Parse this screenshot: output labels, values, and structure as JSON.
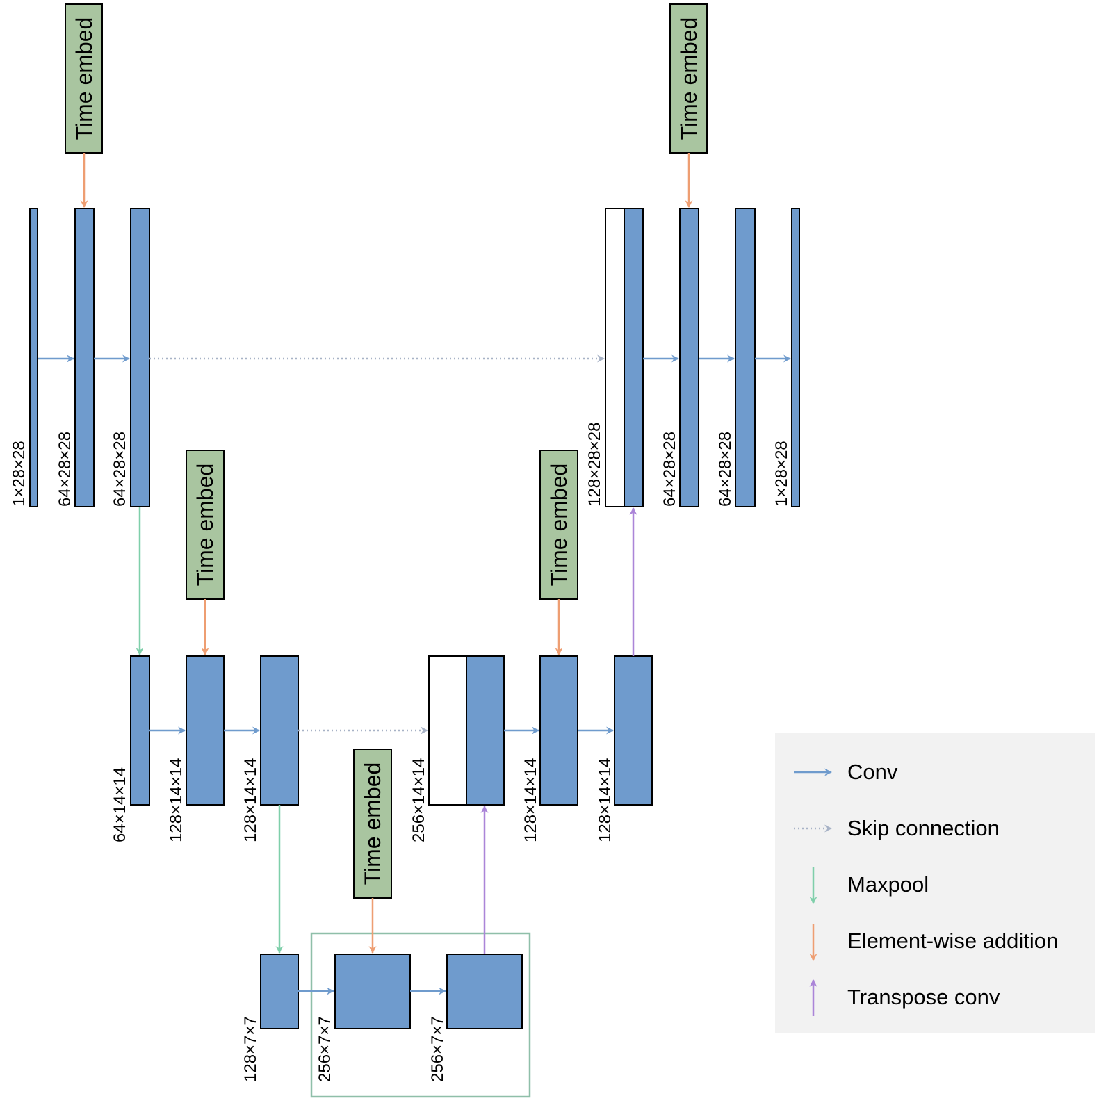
{
  "colors": {
    "block": "#6f9bcd",
    "block_stroke": "#000000",
    "time_embed_fill": "#a9c5a0",
    "conv": "#6f9bcd",
    "skip": "#a7b2c6",
    "maxpool": "#7fcfaa",
    "addition": "#ee9e72",
    "transpose": "#ab85d8",
    "bottleneck_frame": "#8fbfa9",
    "legend_bg": "#f2f2f2"
  },
  "time_embed": {
    "label": "Time embed"
  },
  "level1": {
    "labels": [
      "1×28×28",
      "64×28×28",
      "64×28×28",
      "128×28×28",
      "64×28×28",
      "64×28×28",
      "1×28×28"
    ]
  },
  "level2": {
    "labels": [
      "64×14×14",
      "128×14×14",
      "128×14×14",
      "256×14×14",
      "128×14×14",
      "128×14×14"
    ]
  },
  "level3": {
    "labels": [
      "128×7×7",
      "256×7×7",
      "256×7×7"
    ]
  },
  "legend": {
    "items": [
      {
        "label": "Conv",
        "icon": "conv-arrow-icon"
      },
      {
        "label": "Skip connection",
        "icon": "skip-arrow-icon"
      },
      {
        "label": "Maxpool",
        "icon": "maxpool-arrow-icon"
      },
      {
        "label": "Element-wise addition",
        "icon": "addition-arrow-icon"
      },
      {
        "label": "Transpose conv",
        "icon": "transpose-arrow-icon"
      }
    ]
  }
}
